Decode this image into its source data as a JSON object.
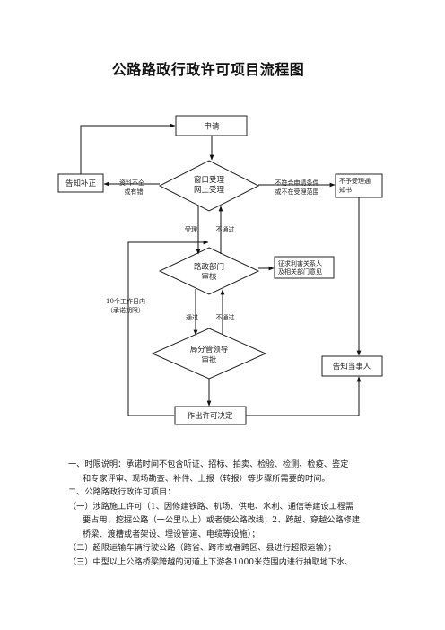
{
  "title": "公路路政行政许可项目流程图",
  "nodes": {
    "apply": "申请",
    "window_1": "窗口受理",
    "window_2": "网上受理",
    "supplement": "告知补正",
    "reject_1": "不予受理通",
    "reject_2": "知书",
    "dept_1": "路政部门",
    "dept_2": "审核",
    "solicit_1": "征求利害关系人",
    "solicit_2": "及相关部门意见",
    "bureau_1": "局分管领导",
    "bureau_2": "审批",
    "notify": "告知当事人",
    "decision": "作出许可决定"
  },
  "edge_labels": {
    "incomplete_1": "资料不全",
    "incomplete_2": "或有错",
    "noncompliant_1": "不符合申请条件",
    "noncompliant_2": "或不在受理范围",
    "accept": "受理",
    "fail_1": "不通过",
    "pass": "通过",
    "fail_2": "不通过",
    "deadline_1": "10个工作日内",
    "deadline_2": "（承诺期限）"
  },
  "notes": [
    "一、时限说明：承诺时间不包含听证、招标、拍卖、检验、检测、检疫、鉴定",
    "和专家评审、现场勘查、补件、上报（转报）等步骤所需要的时间。",
    "二、公路路政行政许可项目：",
    "（一）涉路施工许可（1、因修建铁路、机场、供电、水利、通信等建设工程需",
    "要占用、挖掘公路（一公里以上）或者使公路改线；2、跨越、穿越公路修建",
    "桥梁、渡槽或者架设、埋设管道、电缆等设施）；",
    "（二）超限运输车辆行驶公路（跨省、跨市或者跨区、县进行超限运输）；",
    "（三）中型以上公路桥梁跨越的河道上下游各1000米范围内进行抽取地下水、"
  ]
}
